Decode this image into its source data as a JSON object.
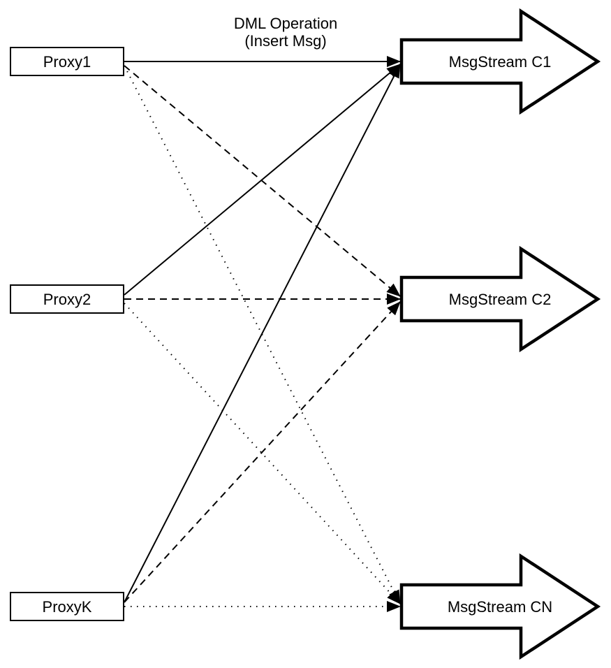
{
  "diagram": {
    "title": {
      "line1": "DML Operation",
      "line2": "(Insert Msg)"
    },
    "colors": {
      "ink": "#000000",
      "background": "#ffffff"
    },
    "proxies": [
      {
        "id": "proxy1",
        "label": "Proxy1"
      },
      {
        "id": "proxy2",
        "label": "Proxy2"
      },
      {
        "id": "proxyK",
        "label": "ProxyK"
      }
    ],
    "streams": [
      {
        "id": "c1",
        "label": "MsgStream C1"
      },
      {
        "id": "c2",
        "label": "MsgStream C2"
      },
      {
        "id": "cn",
        "label": "MsgStream CN"
      }
    ],
    "edges": [
      {
        "from": "proxy1",
        "to": "c1",
        "style": "solid"
      },
      {
        "from": "proxy1",
        "to": "c2",
        "style": "dashed"
      },
      {
        "from": "proxy1",
        "to": "cn",
        "style": "dotted"
      },
      {
        "from": "proxy2",
        "to": "c1",
        "style": "solid"
      },
      {
        "from": "proxy2",
        "to": "c2",
        "style": "dashed"
      },
      {
        "from": "proxy2",
        "to": "cn",
        "style": "dotted"
      },
      {
        "from": "proxyK",
        "to": "c1",
        "style": "solid"
      },
      {
        "from": "proxyK",
        "to": "c2",
        "style": "dashed"
      },
      {
        "from": "proxyK",
        "to": "cn",
        "style": "dotted"
      }
    ]
  }
}
